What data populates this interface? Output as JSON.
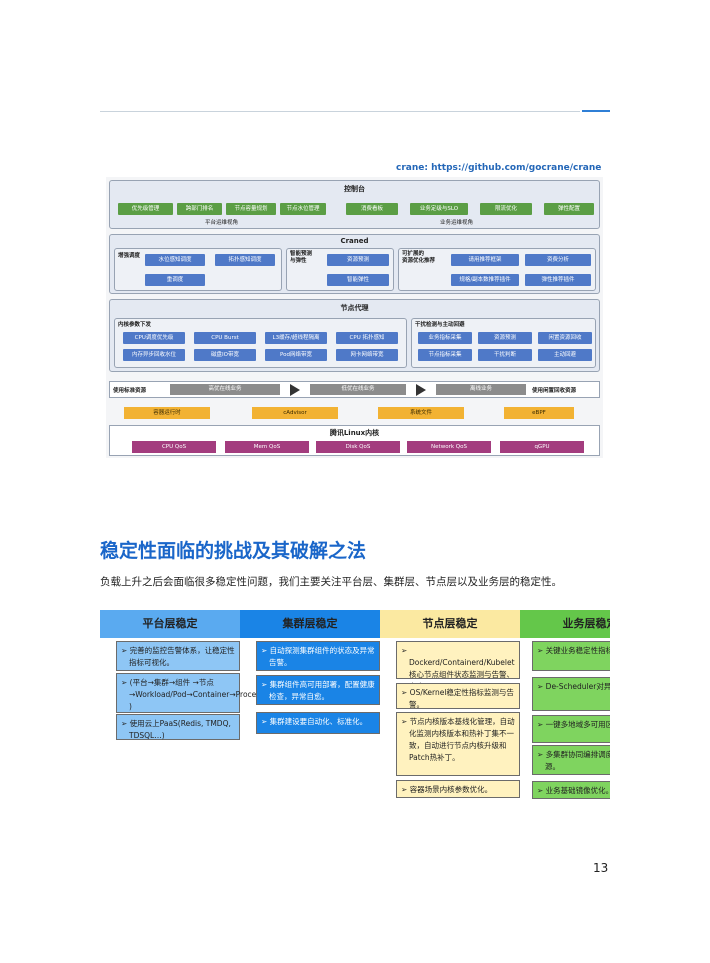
{
  "page": {
    "number": "13"
  },
  "link_text": "crane: https://github.com/gocrane/crane",
  "arch": {
    "control": {
      "title": "控制台",
      "platform_items": [
        "优先级管理",
        "跨部门排名",
        "节点容量规划",
        "节点水位管理"
      ],
      "platform_label": "平台运维视角",
      "business_items": [
        "消费看板",
        "业务定级与SLO",
        "限流优化",
        "弹性配置"
      ],
      "business_label": "业务运维视角"
    },
    "craned": {
      "title": "Craned",
      "enhanced_label": "增强调度",
      "enhanced_items": [
        "水位感知调度",
        "拓扑感知调度",
        "重调度"
      ],
      "predict_label": "智能预测\n与弹性",
      "predict_items": [
        "资源预测",
        "智能弹性"
      ],
      "extend_label": "可扩展的\n资源优化推荐",
      "extend_items": [
        "请用推荐框架",
        "资费分析",
        "规格/副本数推荐插件",
        "弹性推荐插件"
      ]
    },
    "node": {
      "title": "节点代理",
      "left_label": "内核参数下发",
      "left_items": [
        "CPU调度优先级",
        "CPU Burst",
        "L3缓存/超线程隔离",
        "CPU 拓扑感知",
        "内存异步回收水位",
        "磁盘IO带宽",
        "Pod网络带宽",
        "网卡网络带宽"
      ],
      "right_label": "干扰检测与主动回避",
      "right_items": [
        "业务指标采集",
        "资源预测",
        "闲置资源回收",
        "节点指标采集",
        "干扰判断",
        "主动回避"
      ]
    },
    "resources": {
      "left_label": "使用标准资源",
      "items": [
        "高优在线业务",
        "低优在线业务",
        "离线业务"
      ],
      "right_label": "使用闲置回收资源"
    },
    "runtime_items": [
      "容器运行时",
      "cAdvisor",
      "系统文件",
      "eBPF"
    ],
    "kernel": {
      "title": "腾讯Linux内核",
      "items": [
        "CPU QoS",
        "Mem QoS",
        "Disk QoS",
        "Network QoS",
        "qGPU"
      ]
    }
  },
  "heading": "稳定性面临的挑战及其破解之法",
  "paragraph": "负载上升之后会面临很多稳定性问题，我们主要关注平台层、集群层、节点层以及业务层的稳定性。",
  "table": {
    "columns": [
      {
        "title": "平台层稳定",
        "color": "#5aaaf0",
        "cards": [
          "完善的监控告警体系，让稳定性指标可视化。",
          "(平台→集群→组件 →节点→Workload/Pod→Container→Process )",
          "使用云上PaaS(Redis, TMDQ, TDSQL…)"
        ]
      },
      {
        "title": "集群层稳定",
        "color": "#1a84e6",
        "cards": [
          "自动探测集群组件的状态及异常告警。",
          "集群组件高可用部署，配置健康检查，异常自愈。",
          "集群建设要自动化、标准化。"
        ]
      },
      {
        "title": "节点层稳定",
        "color": "#fbe9a1",
        "cards": [
          "Dockerd/Containerd/Kubelet核心节点组件状态监测与告警、自愈。",
          "OS/Kernel稳定性指标监测与告警。",
          "节点内核版本基线化管理，自动化监测内核版本和热补丁集不一致，自动进行节点内核升级和Patch热补丁。",
          "容器场景内核参数优化。"
        ]
      },
      {
        "title": "业务层稳定",
        "color": "#64c74a",
        "cards": [
          "关键业务稳定性指标",
          "De-Scheduler对异常重调度。",
          "一键多地域多可用区署。",
          "多集群协同编排调度集群的资源。",
          "业务基础镜像优化。"
        ]
      }
    ]
  }
}
